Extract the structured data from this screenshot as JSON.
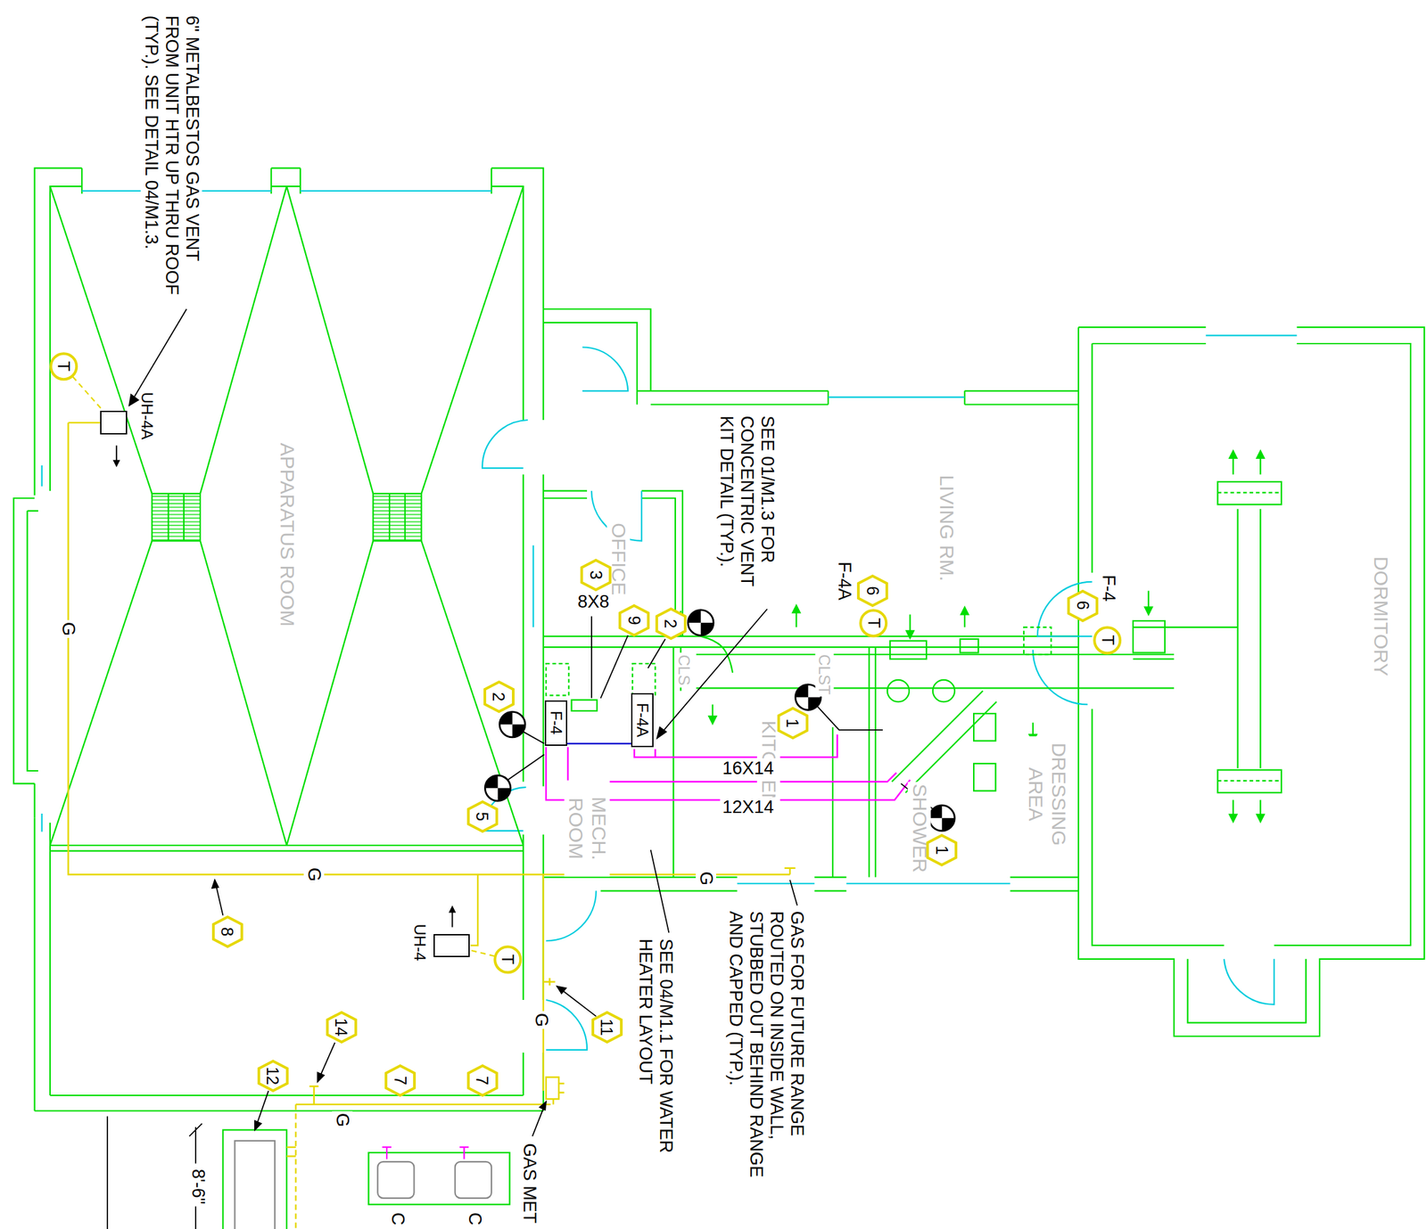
{
  "diagram": {
    "nodes": [
      {
        "text": [
          "T"
        ]
      },
      {
        "text": [
          "UH-4A"
        ]
      },
      {
        "text": [
          "3"
        ]
      },
      {
        "text": [
          "9"
        ]
      },
      {
        "text": [
          "2"
        ]
      },
      {
        "text": [
          "6"
        ]
      },
      {
        "text": [
          "T"
        ]
      },
      {
        "text": [
          "6"
        ]
      },
      {
        "text": [
          "T"
        ]
      },
      {
        "text": [
          "2"
        ]
      },
      {
        "text": [
          "1"
        ]
      },
      {
        "text": [
          "5"
        ]
      },
      {
        "text": [
          "1"
        ]
      },
      {
        "text": [
          "8"
        ]
      },
      {
        "text": [
          "UH-4"
        ]
      },
      {
        "text": [
          "T"
        ]
      },
      {
        "text": [
          "11"
        ]
      },
      {
        "text": [
          "14"
        ]
      },
      {
        "text": [
          "12"
        ]
      },
      {
        "text": [
          "7"
        ]
      },
      {
        "text": [
          "7"
        ]
      },
      {
        "text": [
          "F-4"
        ]
      },
      {
        "text": [
          "F-4A"
        ]
      }
    ],
    "edges": [
      {
        "from": 0,
        "to": 1,
        "arrow": "none"
      },
      {
        "from": 15,
        "to": 14,
        "arrow": "none"
      }
    ],
    "labels": [
      "6\" METALBESTOS GAS VENT FROM UNIT HTR UP THRU ROOF (TYP.). SEE DETAIL 04/M1.3.",
      "APPARATUS ROOM",
      "OFFICE",
      "LIVING RM.",
      "DORMITORY",
      "CLS",
      "CLST",
      "KITCHEN",
      "MECH. ROOM",
      "DRESSING AREA",
      "SHOWER",
      "SEE 01/M1.3 FOR CONCENTRIC VENT KIT DETAIL (TYP.).",
      "F-4A",
      "F-4",
      "8X8",
      "16X14",
      "12X14",
      "G",
      "G",
      "G",
      "G",
      "G",
      "GAS FOR FUTURE RANGE ROUTED ON INSIDE WALL, STUBBED OUT BEHIND RANGE AND CAPPED (TYP.).",
      "SEE 04/M1.1 FOR WATER HEATER LAYOUT",
      "GAS MET",
      "8'-6\"",
      "C",
      "C"
    ]
  }
}
